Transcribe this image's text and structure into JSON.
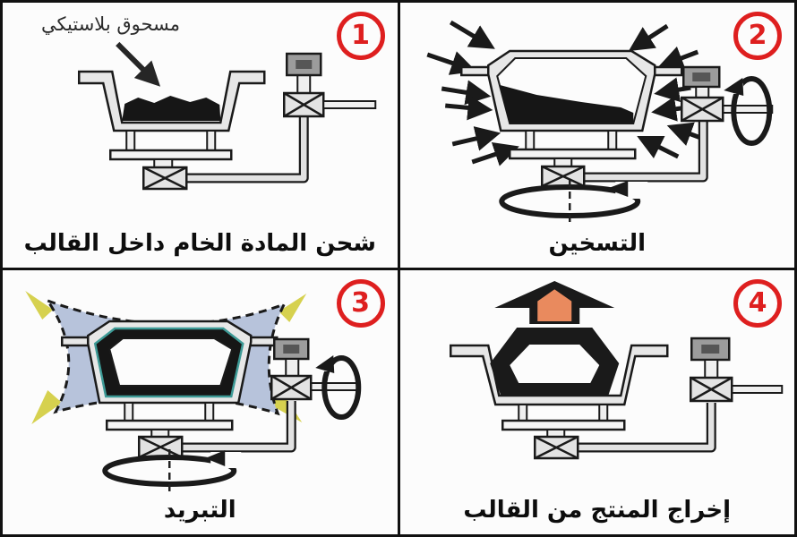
{
  "panels": [
    {
      "number": "1",
      "caption": "شحن المادة الخام داخل القالب",
      "annotation": "مسحوق بلاستيكي"
    },
    {
      "number": "2",
      "caption": "التسخين"
    },
    {
      "number": "3",
      "caption": "التبريد"
    },
    {
      "number": "4",
      "caption": "إخراج المنتج من القالب"
    }
  ],
  "colors": {
    "step_red": "#de1f1f",
    "cooling_blue": "#b7c3db",
    "nozzle_yellow": "#d6d14f",
    "product_orange": "#e98a5e",
    "ink_black": "#1a1a1a",
    "metal_gray": "#e7e7e7"
  }
}
